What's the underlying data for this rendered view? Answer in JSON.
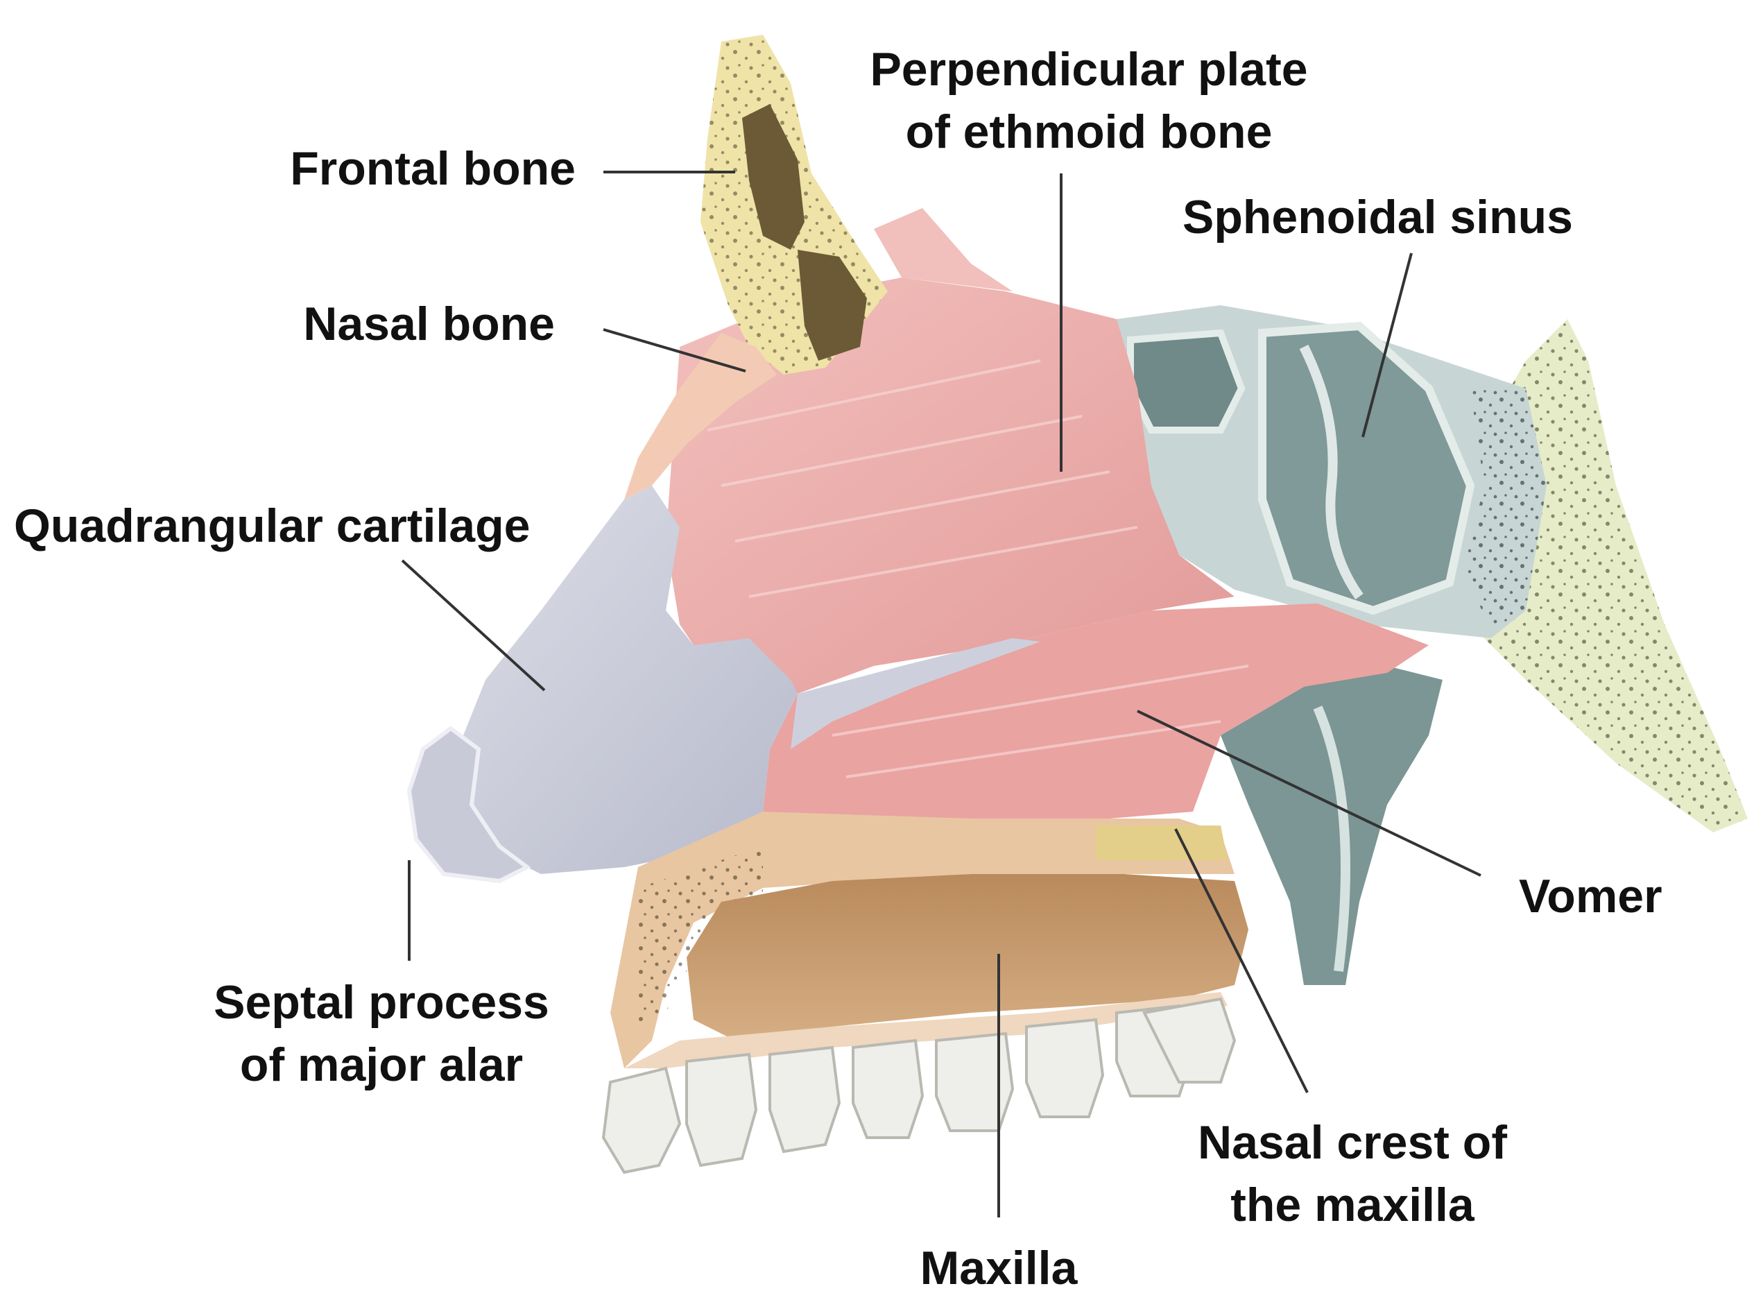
{
  "labels": {
    "frontal_bone": "Frontal bone",
    "nasal_bone": "Nasal bone",
    "perpendicular_plate": [
      "Perpendicular plate",
      "of ethmoid bone"
    ],
    "sphenoidal_sinus": "Sphenoidal sinus",
    "quadrangular_cartilage": "Quadrangular cartilage",
    "septal_process": [
      "Septal process",
      "of major alar"
    ],
    "vomer": "Vomer",
    "nasal_crest": [
      "Nasal crest of",
      "the maxilla"
    ],
    "maxilla": "Maxilla"
  },
  "colors": {
    "bone_yellow": "#efe3a8",
    "sinus_dark": "#6b5a35",
    "septum_pink": "#e9a9a6",
    "cartilage_grey": "#c9ccd8",
    "sphenoid_teal": "#8ea7a5",
    "maxilla_brown": "#c69a6e",
    "palate_tan": "#e8c6a2",
    "teeth": "#eeeeea",
    "leader_line": "#333333"
  }
}
